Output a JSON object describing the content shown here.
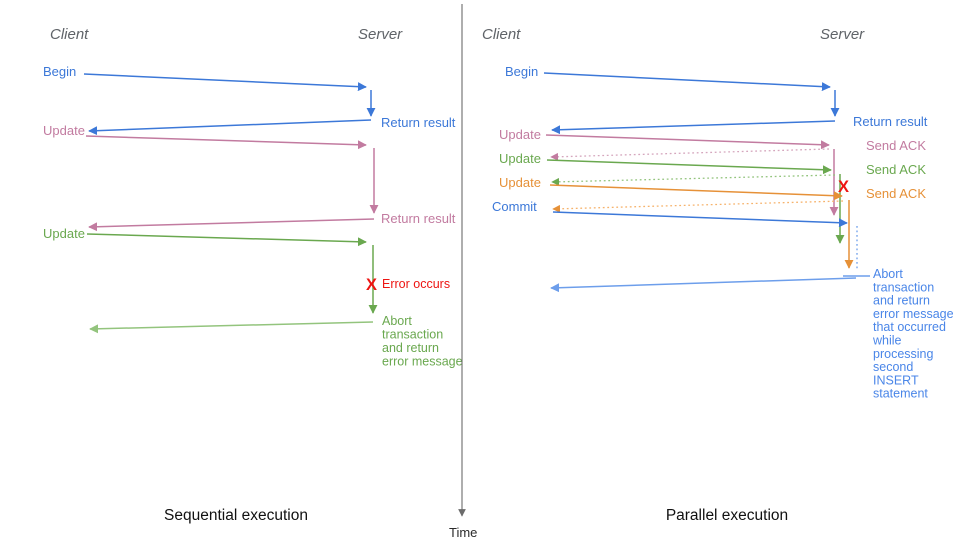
{
  "palette": {
    "blue": "#3c78d8",
    "light_blue": "#6d9eeb",
    "cornflower_blue_text": "#4a86e8",
    "pink": "#c27ba0",
    "light_pink": "#d5a6bd",
    "green": "#6aa84f",
    "light_green": "#93c47d",
    "orange": "#e69138",
    "light_orange": "#f6b26b",
    "red": "#ed1512",
    "header_gray": "#5f6368",
    "axis_gray": "#6b6b6b"
  },
  "time_axis": {
    "label": "Time"
  },
  "left_panel": {
    "caption": "Sequential execution",
    "client_header": "Client",
    "server_header": "Server",
    "begin_label": "Begin",
    "return_result_1": "Return result",
    "update_1_label": "Update",
    "return_result_2": "Return result",
    "update_2_label": "Update",
    "error_mark": "X",
    "error_label": "Error occurs",
    "abort_lines": [
      "Abort",
      "transaction",
      "and return",
      "error message"
    ]
  },
  "right_panel": {
    "caption": "Parallel execution",
    "client_header": "Client",
    "server_header": "Server",
    "begin_label": "Begin",
    "return_result": "Return result",
    "update_1_label": "Update",
    "send_ack_1": "Send ACK",
    "update_2_label": "Update",
    "send_ack_2": "Send ACK",
    "update_3_label": "Update",
    "send_ack_3": "Send ACK",
    "commit_label": "Commit",
    "error_mark": "X",
    "abort_lines": [
      "Abort",
      "transaction",
      "and return",
      "error message",
      "that occurred",
      "while",
      "processing",
      "second",
      "INSERT",
      "statement"
    ]
  }
}
